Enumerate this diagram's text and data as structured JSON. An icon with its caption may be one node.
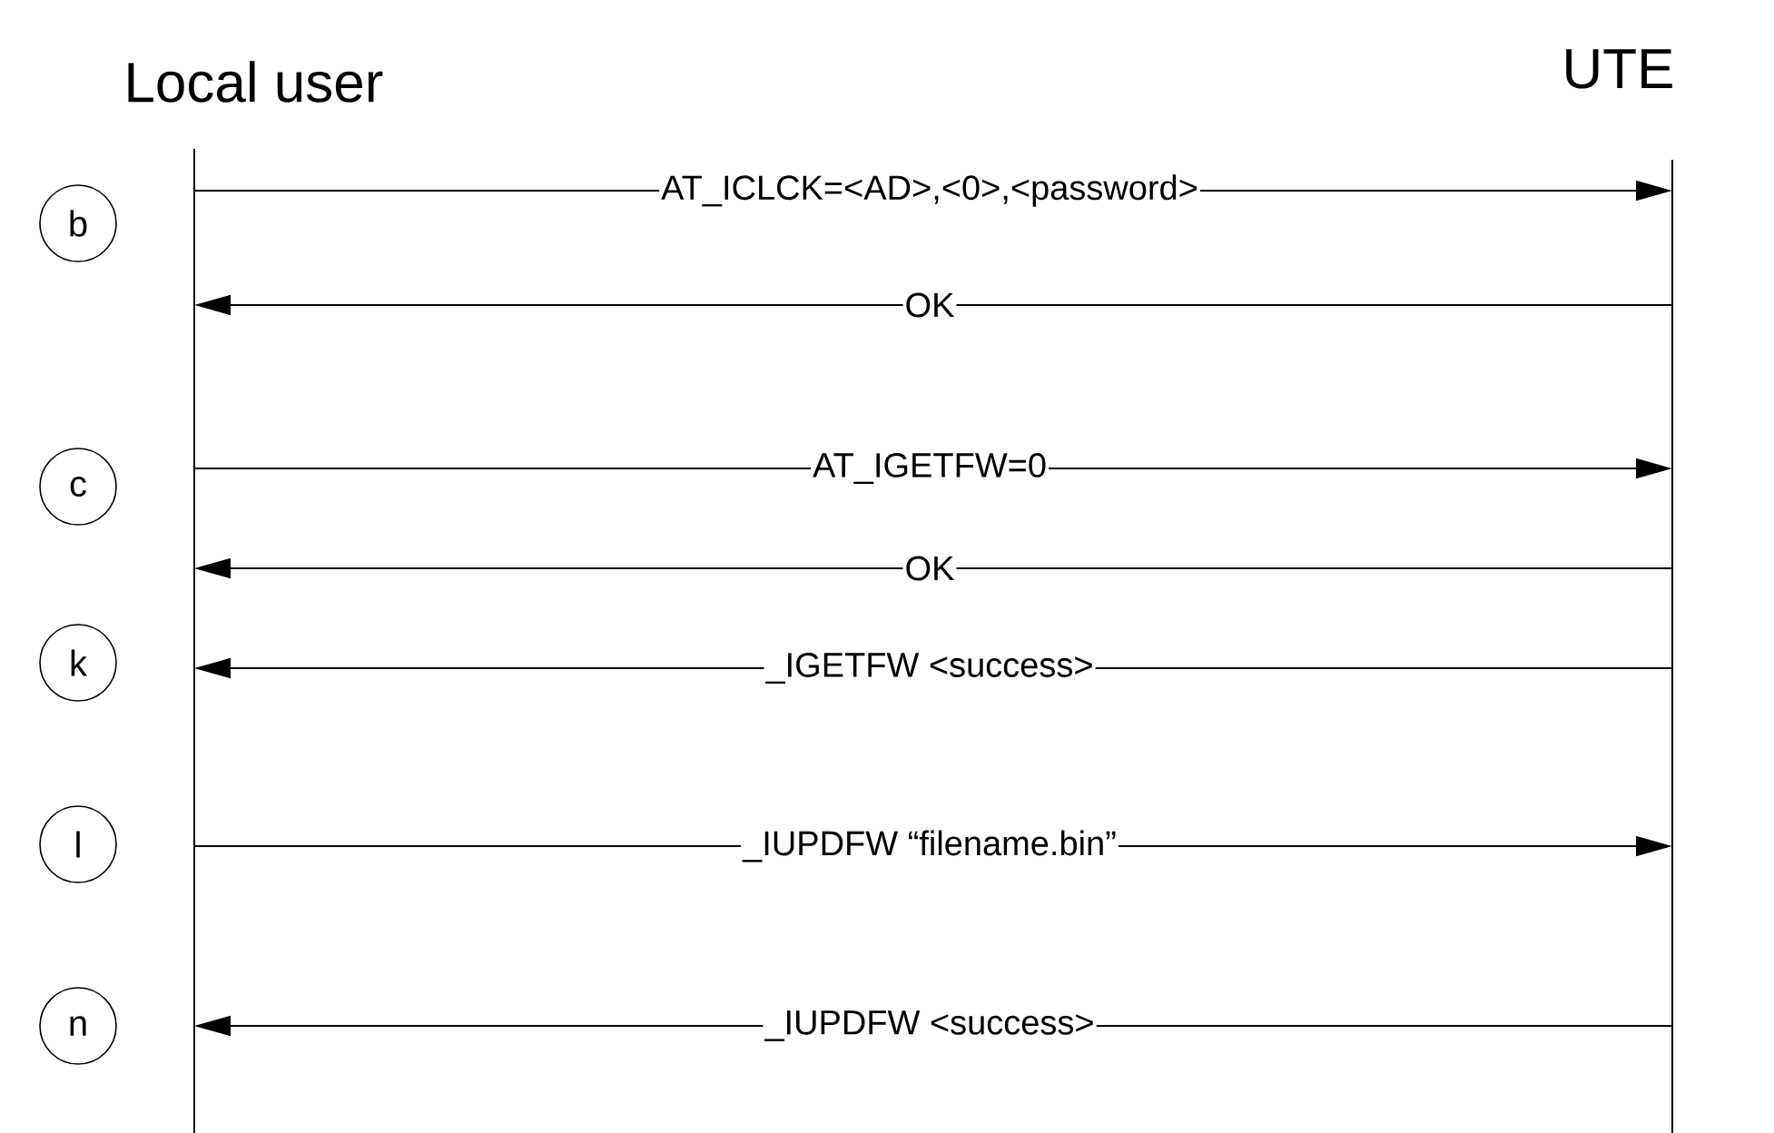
{
  "diagram": {
    "nodes": [
      {
        "text": [
          "Local user"
        ]
      },
      {
        "text": [
          "UTE"
        ]
      },
      {
        "text": [
          "b"
        ]
      },
      {
        "text": [
          "c"
        ]
      },
      {
        "text": [
          "k"
        ]
      },
      {
        "text": [
          "l"
        ]
      },
      {
        "text": [
          "n"
        ]
      }
    ],
    "edges": [
      {
        "from": 0,
        "to": 1,
        "arrow": "to",
        "label": "AT_ICLCK=<AD>,<0>,<password>"
      },
      {
        "from": 1,
        "to": 0,
        "arrow": "to",
        "label": "OK"
      },
      {
        "from": 0,
        "to": 1,
        "arrow": "to",
        "label": "AT_IGETFW=0"
      },
      {
        "from": 1,
        "to": 0,
        "arrow": "to",
        "label": "OK"
      },
      {
        "from": 1,
        "to": 0,
        "arrow": "to",
        "label": "_IGETFW <success>"
      },
      {
        "from": 0,
        "to": 1,
        "arrow": "to",
        "label": "_IUPDFW “filename.bin”"
      },
      {
        "from": 1,
        "to": 0,
        "arrow": "to",
        "label": "_IUPDFW <success>"
      }
    ]
  }
}
